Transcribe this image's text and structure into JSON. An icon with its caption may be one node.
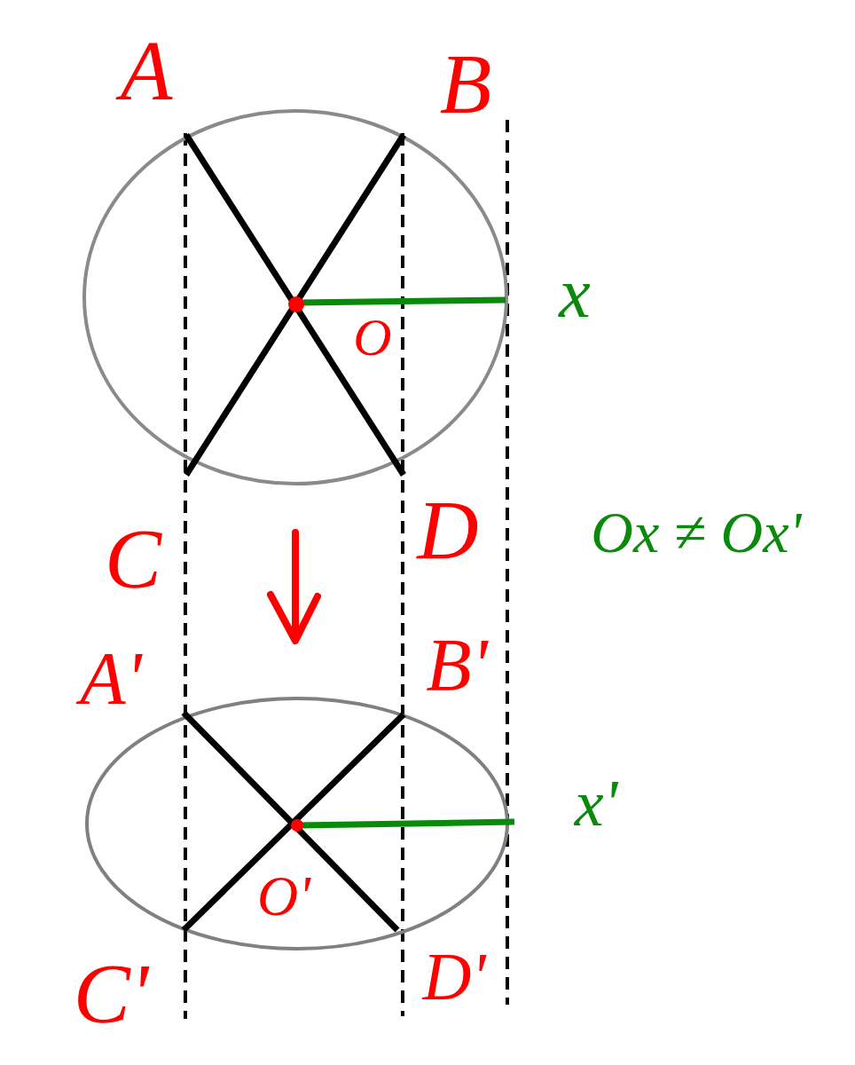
{
  "diagram": {
    "labels": [
      "A",
      "B",
      "O",
      "x",
      "C",
      "D",
      "Ox ≠ Ox'",
      "A'",
      "B'",
      "x'",
      "O'",
      "C'",
      "D'"
    ]
  }
}
